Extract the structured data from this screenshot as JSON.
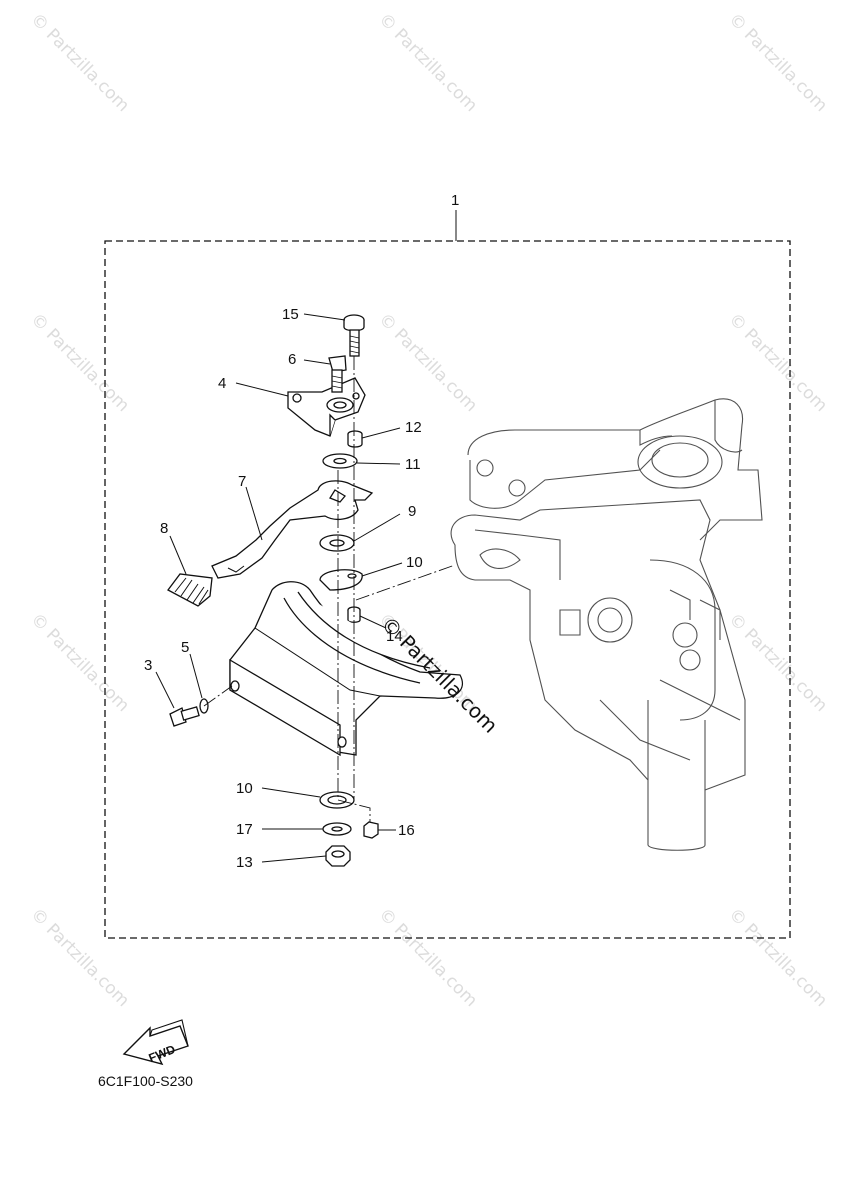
{
  "watermark": {
    "copyright_symbol": "©",
    "text": "Partzilla.com",
    "center_text": "© Partzilla.com"
  },
  "callouts": {
    "c1": "1",
    "c3": "3",
    "c4": "4",
    "c5": "5",
    "c6": "6",
    "c7": "7",
    "c8": "8",
    "c9": "9",
    "c10a": "10",
    "c10b": "10",
    "c11": "11",
    "c12": "12",
    "c13": "13",
    "c14": "14",
    "c15": "15",
    "c16": "16",
    "c17": "17"
  },
  "fwd_label": "FWD",
  "diagram_code": "6C1F100-S230"
}
